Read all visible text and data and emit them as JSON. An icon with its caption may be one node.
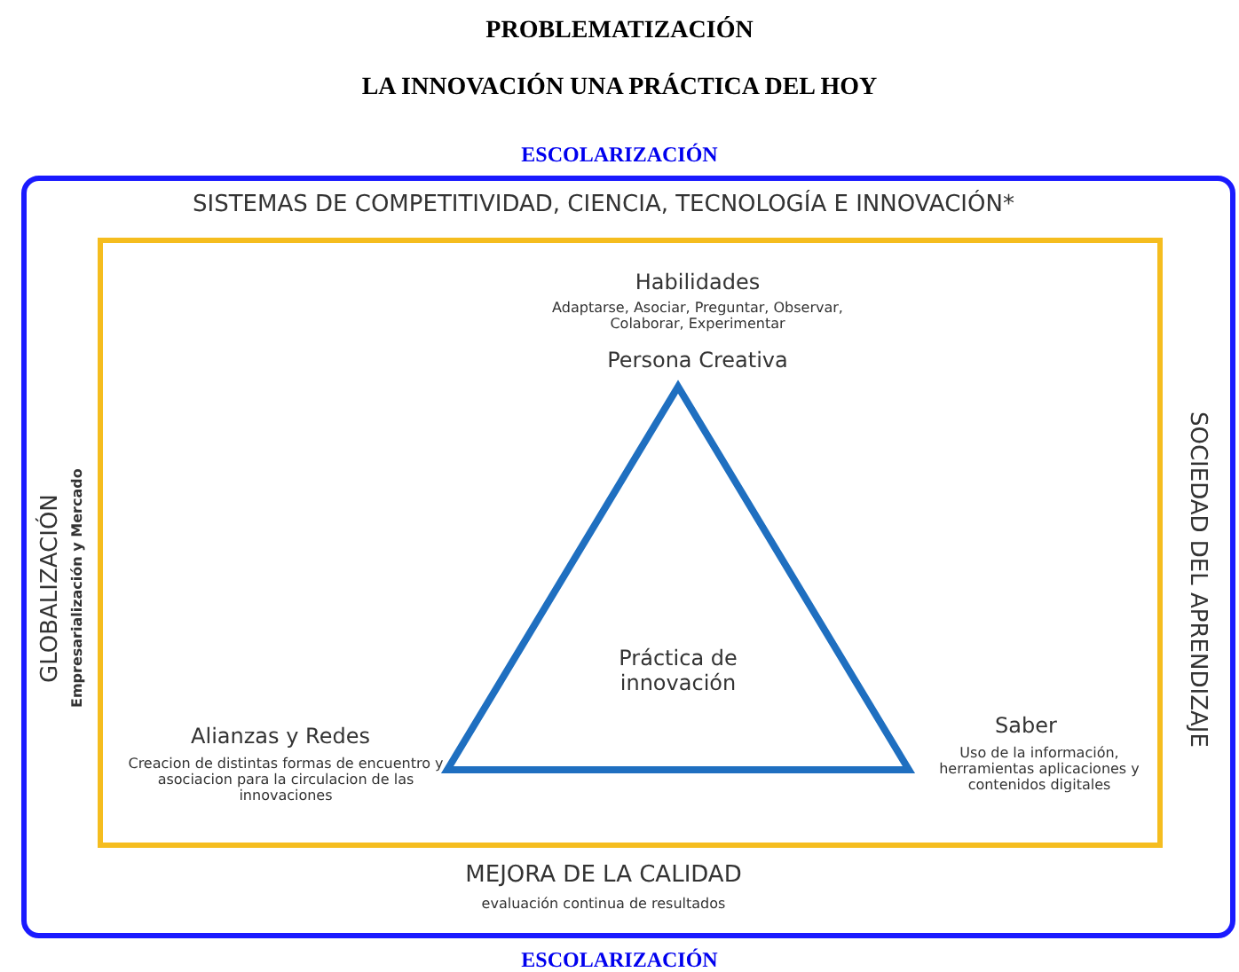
{
  "diagram": {
    "title": "PROBLEMATIZACIÓN",
    "nodes": [
      {
        "text": [
          "SISTEMAS DE COMPETITIVIDAD, CIENCIA, TECNOLOGÍA E INNOVACIÓN*",
          "GLOBALIZACIÓN",
          "Empresarialización y Mercado",
          "SOCIEDAD DEL APRENDIZAJE",
          "MEJORA DE LA CALIDAD",
          "evaluación continua de resultados"
        ]
      },
      {
        "text": [],
        "shape": "box",
        "in": 0
      },
      {
        "text": [
          "Práctica de innovación"
        ],
        "in": 1,
        "beside": [
          "Habilidades",
          "Adaptarse, Asociar, Preguntar, Observar, Colaborar, Experimentar",
          "Persona Creativa",
          "Alianzas y Redes",
          "Creacion de distintas formas de encuentro y asociacion para la circulacion de las innovaciones",
          "Saber",
          "Uso de la información, herramientas aplicaciones y contenidos digitales"
        ]
      }
    ],
    "edges": [],
    "labels": [
      "LA INNOVACIÓN UNA PRÁCTICA DEL HOY",
      "ESCOLARIZACIÓN",
      "ESCOLARIZACIÓN"
    ]
  }
}
